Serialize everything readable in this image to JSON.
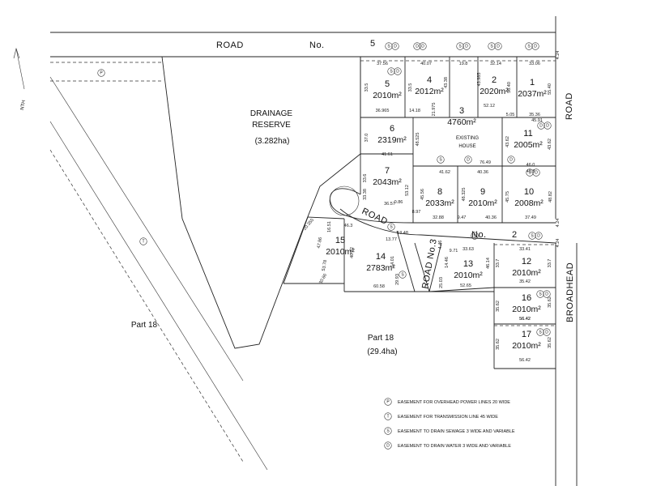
{
  "roads": {
    "road_no5": {
      "road": "ROAD",
      "no": "No.",
      "num": "5"
    },
    "road_no2": {
      "road": "ROAD",
      "no": "No.",
      "num": "2"
    },
    "road_no3": "ROAD No.3",
    "east_road": "ROAD",
    "broadhead": "BROADHEAD"
  },
  "north_label": "NTH",
  "drainage": {
    "line1": "DRAINAGE",
    "line2": "RESERVE",
    "area": "(3.282ha)"
  },
  "part18_left": "Part 18",
  "part18_main": {
    "name": "Part 18",
    "area": "(29.4ha)"
  },
  "existing_house": {
    "line1": "EXISTING",
    "line2": "HOUSE"
  },
  "lots": [
    {
      "num": "1",
      "area": "2037m²"
    },
    {
      "num": "2",
      "area": "2020m²"
    },
    {
      "num": "3",
      "area": "4760m²"
    },
    {
      "num": "4",
      "area": "2012m²"
    },
    {
      "num": "5",
      "area": "2010m²"
    },
    {
      "num": "6",
      "area": "2319m²"
    },
    {
      "num": "7",
      "area": "2043m²"
    },
    {
      "num": "8",
      "area": "2033m²"
    },
    {
      "num": "9",
      "area": "2010m²"
    },
    {
      "num": "10",
      "area": "2008m²"
    },
    {
      "num": "11",
      "area": "2005m²"
    },
    {
      "num": "12",
      "area": "2010m²"
    },
    {
      "num": "13",
      "area": "2010m²"
    },
    {
      "num": "14",
      "area": "2783m²"
    },
    {
      "num": "15",
      "area": "2010m²"
    },
    {
      "num": "16",
      "area": "2010m²"
    },
    {
      "num": "17",
      "area": "2010m²"
    }
  ],
  "dims": {
    "d1": "37.56",
    "d2": "40.07",
    "d3": "19.8",
    "d4": "32.14",
    "d5": "33.06",
    "d6": "33.5",
    "d7": "36.965",
    "d8": "33.5",
    "d9": "43.38",
    "d10": "43.985",
    "d11": "56.40",
    "d12": "55.40",
    "d13": "14.18",
    "d14": "21.975",
    "d15": "52.12",
    "d16": "5.05",
    "d17": "35.36",
    "d18": "37.0",
    "d19": "48.525",
    "d20": "43.62",
    "d21": "45.91",
    "d22": "43.62",
    "d23": "41.61",
    "d24": "46.0",
    "d25": "41.62",
    "d26": "76.49",
    "d27": "40.36",
    "d28": "40.3",
    "d29": "33.6",
    "d30": "45.56",
    "d31": "48.325",
    "d32": "45.75",
    "d33": "48.82",
    "d34": "53.12",
    "d35": "33.38",
    "d36": "36.57",
    "d37": "0.86",
    "d38": "8.97",
    "d39": "32.88",
    "d40": "9.47",
    "d41": "40.36",
    "d42": "37.49",
    "d43": "4.24",
    "d44": "4.24",
    "d45": "20.355",
    "d46": "16.51",
    "d47": "46.3",
    "d48": "13.48",
    "d49": "13.77",
    "d50": "47.86",
    "d51": "40.32",
    "d52": "53.78",
    "d53": "30.86",
    "d54": "60.58",
    "d55": "14.01",
    "d56": "29.93",
    "d57": "4.46",
    "d58": "14.46",
    "d59": "9.71",
    "d60": "33.63",
    "d61": "33.41",
    "d62": "25.03",
    "d63": "46.14",
    "d64": "33.7",
    "d65": "52.65",
    "d66": "35.42",
    "d67": "33.7",
    "d68": "56.42",
    "d69": "35.62",
    "d70": "35.62",
    "d71": "56.42",
    "d72": "35.62",
    "d73": "35.62",
    "d74": "56.42",
    "d75": "4.24"
  },
  "legend": [
    {
      "symbol": "P",
      "text": "EASEMENT FOR OVERHEAD POWER LINES 20 WIDE"
    },
    {
      "symbol": "T",
      "text": "EASEMENT FOR TRANSMISSION LINE 45 WIDE"
    },
    {
      "symbol": "S",
      "text": "EASEMENT TO DRAIN SEWAGE 3 WIDE AND VARIABLE"
    },
    {
      "symbol": "D",
      "text": "EASEMENT TO DRAIN WATER 3 WIDE AND VARIABLE"
    }
  ],
  "markers": {
    "P": "P",
    "T": "T",
    "S": "S",
    "D": "D"
  }
}
